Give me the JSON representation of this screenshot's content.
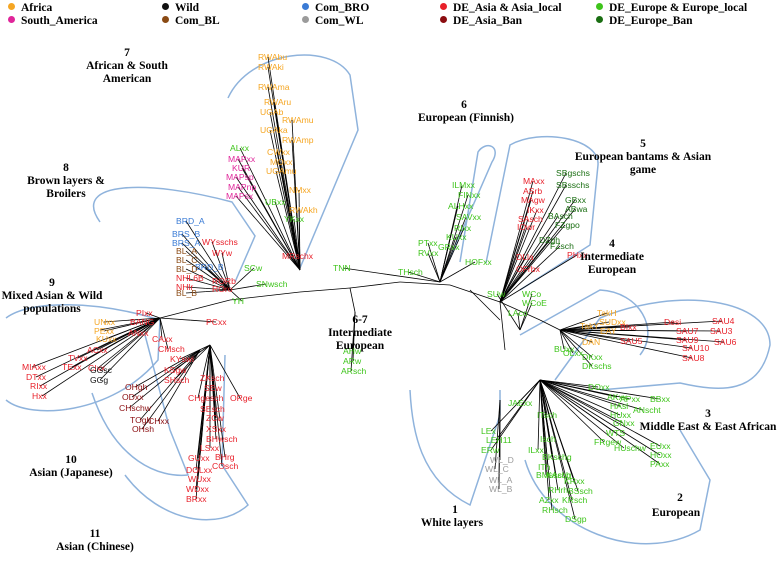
{
  "colors": {
    "Africa": "#f5a623",
    "South_America": "#e0259a",
    "Wild": "#111111",
    "Com_BL": "#8a4a14",
    "Com_BRO": "#3a7bd5",
    "Com_WL": "#9b9b9b",
    "DE_Asia": "#e8202a",
    "DE_Asia_Ban": "#8b0d10",
    "DE_Europe": "#3ec41b",
    "DE_Europe_Ban": "#1a6e12",
    "branch": "#000000",
    "outline": "#8fb3dc"
  },
  "legend": [
    {
      "key": "Africa",
      "label": "Africa",
      "color": "#f5a623"
    },
    {
      "key": "South_America",
      "label": "South_America",
      "color": "#e0259a"
    },
    {
      "key": "Wild",
      "label": "Wild",
      "color": "#111111"
    },
    {
      "key": "Com_BL",
      "label": "Com_BL",
      "color": "#8a4a14"
    },
    {
      "key": "Com_BRO",
      "label": "Com_BRO",
      "color": "#3a7bd5"
    },
    {
      "key": "Com_WL",
      "label": "Com_WL",
      "color": "#9b9b9b"
    },
    {
      "key": "DE_Asia",
      "label": "DE_Asia & Asia_local",
      "color": "#e8202a"
    },
    {
      "key": "DE_Asia_Ban",
      "label": "DE_Asia_Ban",
      "color": "#8b0d10"
    },
    {
      "key": "DE_Europe",
      "label": "DE_Europe & Europe_local",
      "color": "#3ec41b"
    },
    {
      "key": "DE_Europe_Ban",
      "label": "DE_Europe_Ban",
      "color": "#1a6e12"
    }
  ],
  "clusters": [
    {
      "id": "c1",
      "lines": [
        "1",
        "White layers"
      ]
    },
    {
      "id": "c2",
      "lines": [
        "2",
        "European"
      ]
    },
    {
      "id": "c3",
      "lines": [
        "3",
        "Middle East & East African"
      ]
    },
    {
      "id": "c4",
      "lines": [
        "4",
        "Intermediate",
        "European"
      ]
    },
    {
      "id": "c5",
      "lines": [
        "5",
        "European bantams & Asian",
        "game"
      ]
    },
    {
      "id": "c6",
      "lines": [
        "6",
        "European (Finnish)"
      ]
    },
    {
      "id": "c7",
      "lines": [
        "7",
        "African & South",
        "American"
      ]
    },
    {
      "id": "c8",
      "lines": [
        "8",
        "Brown layers &",
        "Broilers"
      ]
    },
    {
      "id": "c9",
      "lines": [
        "9",
        "Mixed Asian & Wild",
        "populations"
      ]
    },
    {
      "id": "c10",
      "lines": [
        "10",
        "Asian (Japanese)"
      ]
    },
    {
      "id": "c11",
      "lines": [
        "11",
        "Asian (Chinese)"
      ]
    },
    {
      "id": "c67",
      "lines": [
        "6-7",
        "Intermediate",
        "European"
      ]
    }
  ],
  "groups": [
    {
      "id": "g7a",
      "color": "Africa",
      "labels": [
        "RWAbu",
        "RWAki",
        "RWAma",
        "RWAru",
        "UGAb",
        "RWAmu",
        "UGAka",
        "RWAmp",
        "CWxx",
        "MOxx",
        "UGAmu",
        "NMxx",
        "RWAkh"
      ]
    },
    {
      "id": "g7s",
      "color": "South_America",
      "labels": [
        "MAPxx",
        "KUR",
        "MAPsp",
        "MAPnp",
        "MAPsx"
      ]
    },
    {
      "id": "g7e",
      "color": "DE_Europe",
      "labels": [
        "ALxx",
        "UBxx",
        "YKxx"
      ]
    },
    {
      "id": "g7r",
      "color": "DE_Asia",
      "labels": [
        "MRschx"
      ]
    },
    {
      "id": "g6",
      "color": "DE_Europe",
      "labels": [
        "ILMxx",
        "FINxx",
        "ALHxx",
        "SAVxx",
        "RIxx",
        "KUxx",
        "HOFxx",
        "PTxx",
        "RVxx",
        "GRxx",
        "THsch",
        "TNN"
      ]
    },
    {
      "id": "g5g",
      "color": "DE_Europe_Ban",
      "labels": [
        "SBgschs",
        "SBsschs",
        "GBxx",
        "ABwa",
        "BAsch",
        "FZgpo",
        "DZgh",
        "FZsch"
      ]
    },
    {
      "id": "g5r",
      "color": "DE_Asia",
      "labels": [
        "MAxx",
        "ASrb",
        "MAgw",
        "IKxx",
        "SAsch",
        "IOwr",
        "PHxx",
        "DLla",
        "OFrbx"
      ]
    },
    {
      "id": "g4",
      "color": "DE_Europe",
      "labels": [
        "SUw",
        "WCo",
        "WCoE",
        "LAco"
      ]
    },
    {
      "id": "g3o",
      "color": "Africa",
      "labels": [
        "TakH",
        "SUDxx",
        "TakY",
        "EAY",
        "DAN"
      ]
    },
    {
      "id": "g3r",
      "color": "DE_Asia",
      "labels": [
        "BIxx",
        "Desi",
        "SAU7",
        "SAU4",
        "SAU3",
        "SAU9",
        "SAU6",
        "SAU5",
        "SAU10",
        "SAU8"
      ]
    },
    {
      "id": "g3g",
      "color": "DE_Europe",
      "labels": [
        "BUxx",
        "OLxx",
        "DKxx",
        "DKschs"
      ]
    },
    {
      "id": "g2",
      "color": "DE_Europe",
      "labels": [
        "DOxx",
        "AKxx",
        "HAsl",
        "HUxx",
        "GNxx",
        "APxx",
        "BBxx",
        "WTS",
        "ANscht",
        "FRgew",
        "HUschw",
        "EUxx",
        "HOxx",
        "PAxx",
        "JAExx",
        "ITsch",
        "Isch",
        "ILxx",
        "BKschg",
        "ITh",
        "BMsschg",
        "KAsch",
        "KRxx",
        "RHrh",
        "BSsch",
        "AZxx",
        "KRsch",
        "RHsch",
        "DSgp",
        "LEx",
        "LEH11",
        "ERw"
      ]
    },
    {
      "id": "g1",
      "color": "Com_WL",
      "labels": [
        "WL_D",
        "WL_C",
        "WL_A",
        "WL_B"
      ]
    },
    {
      "id": "g67",
      "color": "DE_Europe",
      "labels": [
        "AHw",
        "ARw",
        "ARsch"
      ]
    },
    {
      "id": "g8b",
      "color": "Com_BRO",
      "labels": [
        "BRD_A",
        "BRS_B",
        "BRS_A",
        "BRD_B"
      ]
    },
    {
      "id": "g8l",
      "color": "Com_BL",
      "labels": [
        "BL_A",
        "BL_C",
        "BL_D",
        "BL_B"
      ]
    },
    {
      "id": "g8r",
      "color": "DE_Asia",
      "labels": [
        "WYsschs",
        "WYw",
        "NHL6B",
        "NHlr",
        "RORb",
        "ROro"
      ]
    },
    {
      "id": "g8e",
      "color": "DE_Europe",
      "labels": [
        "SCw",
        "YH",
        "SNwsch"
      ]
    },
    {
      "id": "g9o",
      "color": "Africa",
      "labels": [
        "UNxx",
        "PExx",
        "KUxx"
      ]
    },
    {
      "id": "g9r",
      "color": "DE_Asia",
      "labels": [
        "PIxx",
        "BANG",
        "ANxx",
        "CAxx",
        "CMsch",
        "PCxx",
        "ACxx",
        "TVxx",
        "TExx",
        "CIxx",
        "MIAxx",
        "DTxx",
        "RIxx",
        "Hxx"
      ]
    },
    {
      "id": "g9w",
      "color": "Wild",
      "labels": [
        "GGsc",
        "GGg"
      ]
    },
    {
      "id": "g10",
      "color": "DE_Asia_Ban",
      "labels": [
        "OHgh",
        "ODxx",
        "CHschw",
        "TOgh",
        "OHsh",
        "CHxx"
      ]
    },
    {
      "id": "g11",
      "color": "DE_Asia",
      "labels": [
        "KYswi",
        "KSgw",
        "SHsch",
        "ZKsch",
        "SEw",
        "CHgesch",
        "ORge",
        "SEsch",
        "ZCw",
        "XSxx",
        "BHwsch",
        "LSxx",
        "BHrg",
        "GUxx",
        "COsch",
        "DOLxx",
        "WUxx",
        "WDxx",
        "BRxx"
      ]
    }
  ]
}
